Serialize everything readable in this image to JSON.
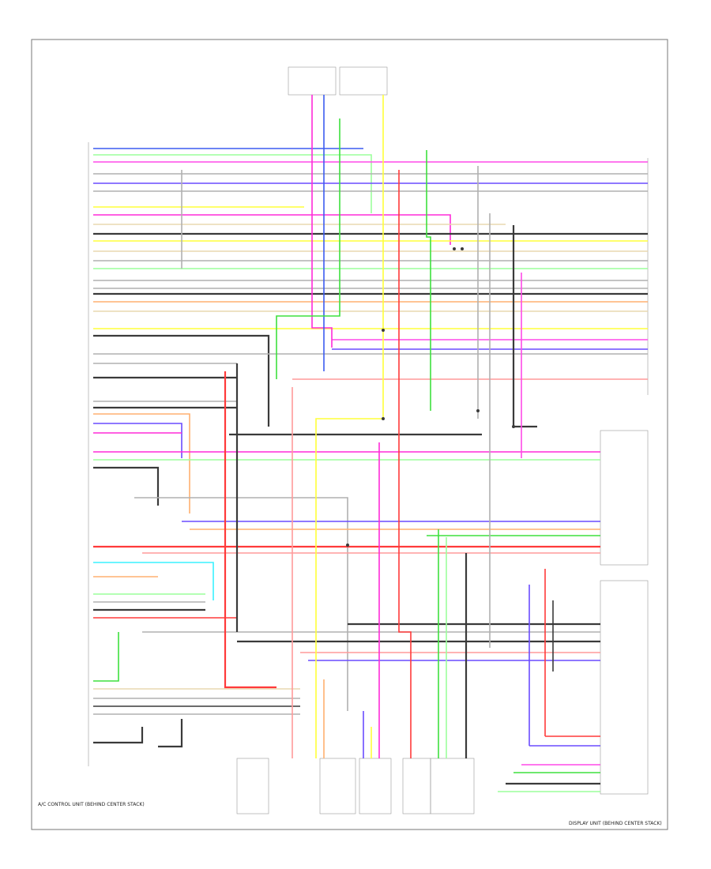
{
  "diagram": {
    "title": "",
    "left_unit_label": "A/C CONTROL UNIT (BEHIND CENTER STACK)",
    "right_unit_label": "DISPLAY UNIT (BEHIND CENTER STACK)",
    "footer_id": "",
    "wire_colors": {
      "black": "#3a3a3a",
      "grey": "#b0b0b0",
      "blue": "#3c5cf0",
      "violet": "#6a4cff",
      "pink": "#ff4ae8",
      "magenta": "#ff2bd8",
      "red": "#ff3a3a",
      "light_red": "#ff9a9a",
      "orange": "#ffb070",
      "yellow": "#ffff3a",
      "green": "#3ee03e",
      "light_green": "#9cff9c",
      "cyan": "#3af2ff",
      "tan": "#e8d8b0",
      "brown": "#8a5a3a",
      "white": "#e0e0e0"
    },
    "wire_names": [
      "blue-wire",
      "green-wire",
      "pink-wire",
      "grey-wire",
      "yellow-wire",
      "magenta-wire",
      "black-wire",
      "tan-wire",
      "red-wire",
      "orange-wire",
      "cyan-wire",
      "light-green-wire",
      "violet-wire",
      "light-red-wire"
    ]
  }
}
